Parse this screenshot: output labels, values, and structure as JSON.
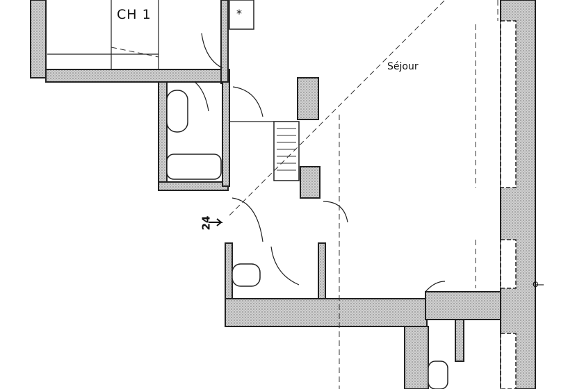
{
  "rooms": {
    "bedroom_label": "CH 1",
    "living_label": "Séjour"
  },
  "markers": {
    "level_number": "24",
    "star_symbol": "*",
    "axis_symbol": "φ"
  },
  "colors": {
    "wall_fill": "#b9b9b9",
    "line": "#222222",
    "background": "#ffffff"
  }
}
